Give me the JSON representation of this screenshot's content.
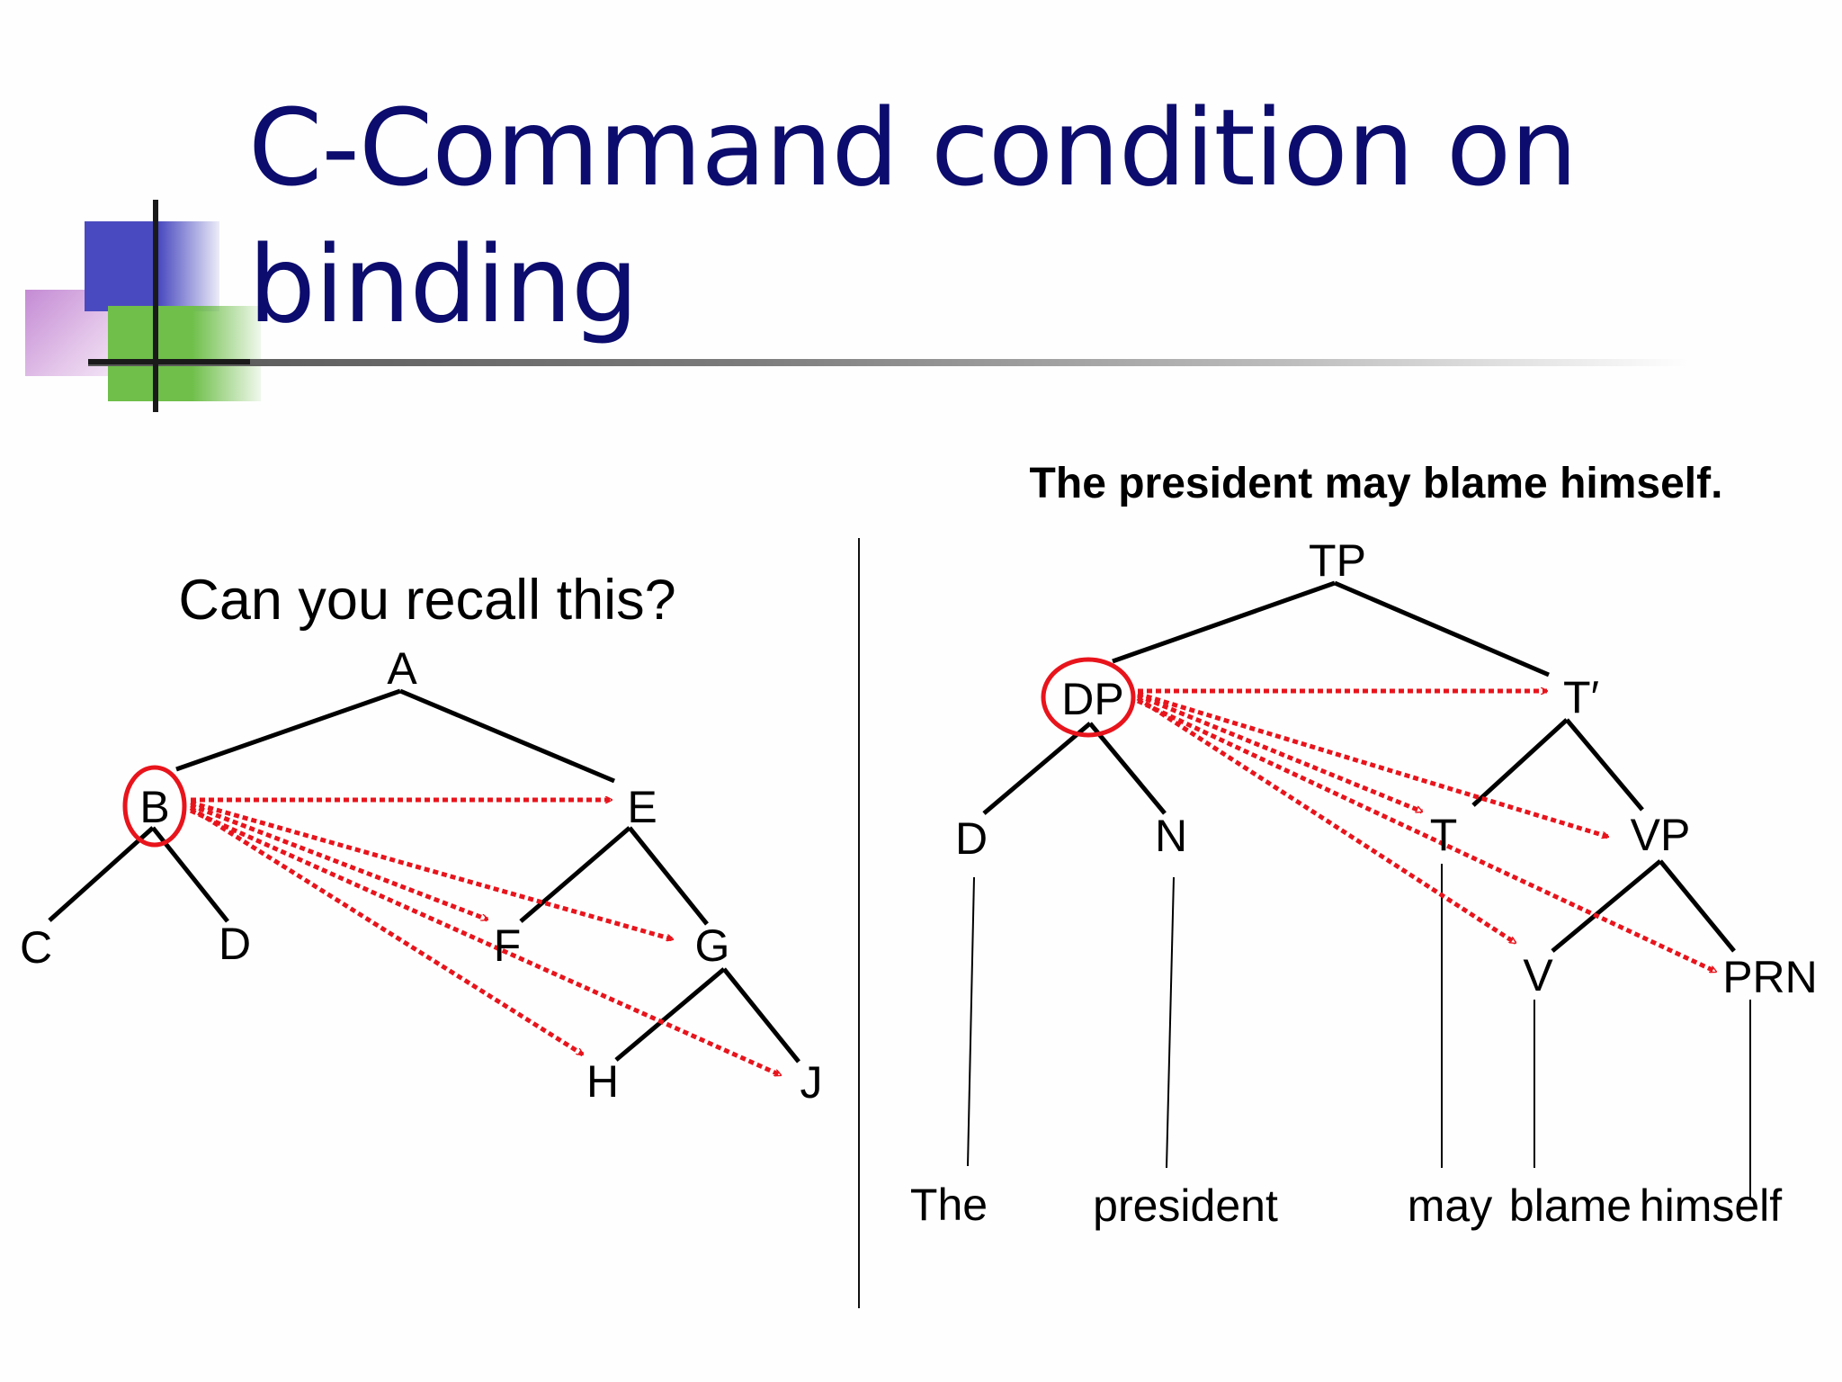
{
  "slide": {
    "title": "C-Command condition on binding",
    "subtitle": "Can you recall this?",
    "sentence": "The president may blame himself."
  },
  "colors": {
    "title": "#0c0c6e",
    "arrow": "#e8141c",
    "line": "#000000",
    "deco_blue": "#4a4ac0",
    "deco_green": "#6fbf4a",
    "deco_pink": "#c48bd4"
  },
  "left_tree": {
    "nodes": [
      "A",
      "B",
      "C",
      "D",
      "E",
      "F",
      "G",
      "H",
      "J"
    ],
    "circled": "B",
    "edges": [
      [
        "A",
        "B"
      ],
      [
        "A",
        "E"
      ],
      [
        "B",
        "C"
      ],
      [
        "B",
        "D"
      ],
      [
        "E",
        "F"
      ],
      [
        "E",
        "G"
      ],
      [
        "G",
        "H"
      ],
      [
        "G",
        "J"
      ]
    ],
    "c_command_targets": [
      "E",
      "F",
      "G",
      "H",
      "J"
    ]
  },
  "right_tree": {
    "nodes": [
      "TP",
      "DP",
      "T′",
      "D",
      "N",
      "T",
      "VP",
      "V",
      "PRN"
    ],
    "circled": "DP",
    "edges": [
      [
        "TP",
        "DP"
      ],
      [
        "TP",
        "T′"
      ],
      [
        "DP",
        "D"
      ],
      [
        "DP",
        "N"
      ],
      [
        "T′",
        "T"
      ],
      [
        "T′",
        "VP"
      ],
      [
        "VP",
        "V"
      ],
      [
        "VP",
        "PRN"
      ]
    ],
    "c_command_targets": [
      "T′",
      "T",
      "VP",
      "V",
      "PRN"
    ],
    "words": [
      "The",
      "president",
      "may",
      "blame",
      "himself"
    ]
  }
}
